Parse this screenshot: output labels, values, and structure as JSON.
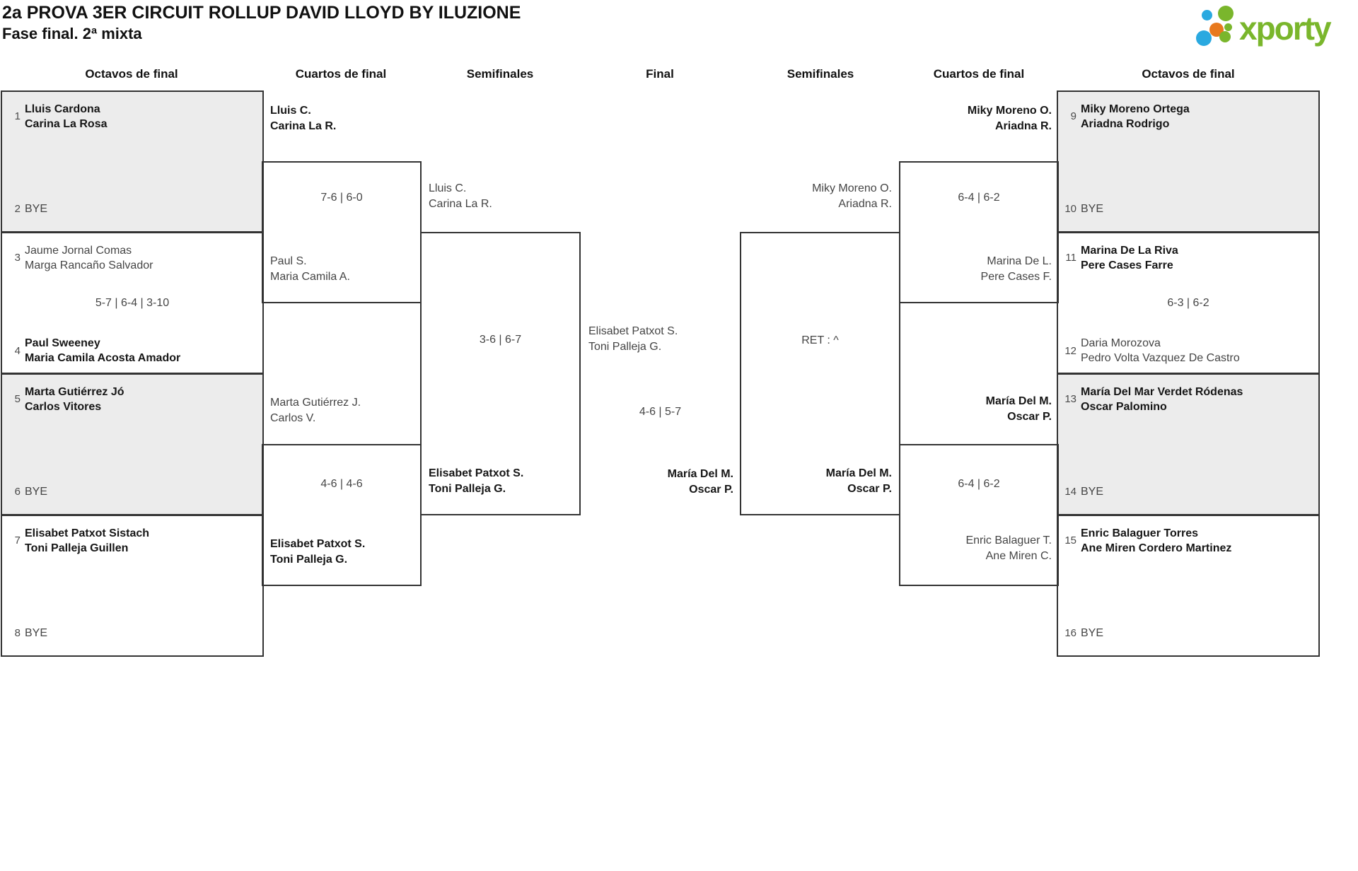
{
  "header": {
    "title": "2a PROVA 3ER CIRCUIT ROLLUP DAVID LLOYD BY ILUZIONE",
    "subtitle": "Fase final. 2ª mixta"
  },
  "logo": {
    "text": "xporty",
    "green": "#7ab62c",
    "blue": "#2aa9e0",
    "orange": "#e8791d"
  },
  "round_headers": [
    "Octavos de final",
    "Cuartos de final",
    "Semifinales",
    "Final",
    "Semifinales",
    "Cuartos de final",
    "Octavos de final"
  ],
  "octavos_left": [
    {
      "seed_top": "1",
      "team_top_1": "Lluis Cardona",
      "team_top_2": "Carina La Rosa",
      "top_winner": true,
      "seed_bottom": "2",
      "bye": "BYE",
      "shaded": true
    },
    {
      "seed_top": "3",
      "team_top_1": "Jaume Jornal Comas",
      "team_top_2": "Marga Rancaño Salvador",
      "top_winner": false,
      "score": "5-7 | 6-4 | 3-10",
      "seed_bottom": "4",
      "team_bottom_1": "Paul Sweeney",
      "team_bottom_2": "Maria Camila Acosta Amador",
      "bottom_winner": true,
      "shaded": false
    },
    {
      "seed_top": "5",
      "team_top_1": "Marta Gutiérrez Jó",
      "team_top_2": "Carlos Vitores",
      "top_winner": true,
      "seed_bottom": "6",
      "bye": "BYE",
      "shaded": true
    },
    {
      "seed_top": "7",
      "team_top_1": "Elisabet Patxot Sistach",
      "team_top_2": "Toni Palleja Guillen",
      "top_winner": true,
      "seed_bottom": "8",
      "bye": "BYE",
      "shaded": false
    }
  ],
  "octavos_right": [
    {
      "seed_top": "9",
      "team_top_1": "Miky Moreno Ortega",
      "team_top_2": "Ariadna Rodrigo",
      "top_winner": true,
      "seed_bottom": "10",
      "bye": "BYE",
      "shaded": true
    },
    {
      "seed_top": "11",
      "team_top_1": "Marina De La Riva",
      "team_top_2": "Pere Cases Farre",
      "top_winner": true,
      "score": "6-3 | 6-2",
      "seed_bottom": "12",
      "team_bottom_1": "Daria Morozova",
      "team_bottom_2": "Pedro Volta Vazquez De Castro",
      "bottom_winner": false,
      "shaded": false
    },
    {
      "seed_top": "13",
      "team_top_1": "María Del Mar Verdet Ródenas",
      "team_top_2": "Oscar Palomino",
      "top_winner": true,
      "seed_bottom": "14",
      "bye": "BYE",
      "shaded": true
    },
    {
      "seed_top": "15",
      "team_top_1": "Enric Balaguer Torres",
      "team_top_2": "Ane Miren Cordero Martinez",
      "top_winner": true,
      "seed_bottom": "16",
      "bye": "BYE",
      "shaded": false
    }
  ],
  "matches": {
    "qf_left_top": {
      "top_1": "Lluis C.",
      "top_2": "Carina La R.",
      "top_winner": true,
      "score": "7-6 | 6-0",
      "bottom_1": "Paul S.",
      "bottom_2": "Maria Camila A.",
      "bottom_winner": false
    },
    "qf_left_bottom": {
      "top_1": "Marta Gutiérrez J.",
      "top_2": "Carlos V.",
      "top_winner": false,
      "score": "4-6 | 4-6",
      "bottom_1": "Elisabet Patxot S.",
      "bottom_2": "Toni Palleja G.",
      "bottom_winner": true
    },
    "sf_left": {
      "top_1": "Lluis C.",
      "top_2": "Carina La R.",
      "top_winner": false,
      "score": "3-6 | 6-7",
      "bottom_1": "Elisabet Patxot S.",
      "bottom_2": "Toni Palleja G.",
      "bottom_winner": true
    },
    "final": {
      "top_1": "Elisabet Patxot S.",
      "top_2": "Toni Palleja G.",
      "top_winner": false,
      "score": "4-6 | 5-7",
      "bottom_1": "María Del M.",
      "bottom_2": "Oscar P.",
      "bottom_winner": true
    },
    "sf_right": {
      "top_1": "Miky Moreno O.",
      "top_2": "Ariadna R.",
      "top_winner": false,
      "score": "RET : ^",
      "bottom_1": "María Del M.",
      "bottom_2": "Oscar P.",
      "bottom_winner": true
    },
    "qf_right_top": {
      "top_1": "Miky Moreno O.",
      "top_2": "Ariadna R.",
      "top_winner": true,
      "score": "6-4 | 6-2",
      "bottom_1": "Marina De L.",
      "bottom_2": "Pere Cases F.",
      "bottom_winner": false
    },
    "qf_right_bottom": {
      "top_1": "María Del M.",
      "top_2": "Oscar P.",
      "top_winner": true,
      "score": "6-4 | 6-2",
      "bottom_1": "Enric Balaguer T.",
      "bottom_2": "Ane Miren C.",
      "bottom_winner": false
    }
  },
  "colors": {
    "shaded_box": "#ececec",
    "border": "#333333",
    "text": "#454545",
    "winner_text": "#161616"
  }
}
